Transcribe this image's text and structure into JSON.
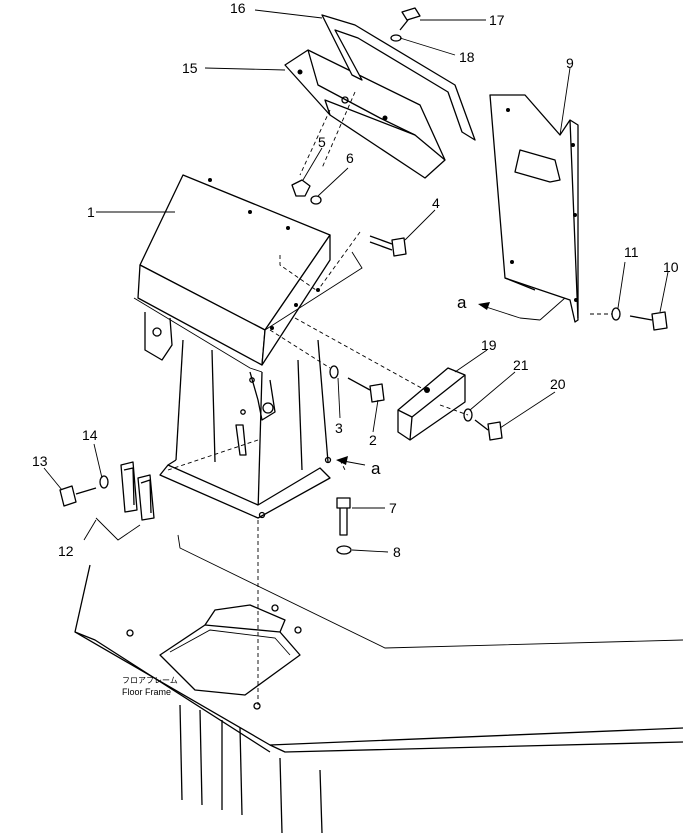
{
  "diagram": {
    "callouts": [
      "1",
      "2",
      "3",
      "4",
      "5",
      "6",
      "7",
      "8",
      "9",
      "10",
      "11",
      "12",
      "13",
      "14",
      "15",
      "16",
      "17",
      "18",
      "19",
      "20",
      "21"
    ],
    "view_marker_top": "a",
    "view_marker_side": "a",
    "floor_frame_jp": "フロアフレーム",
    "floor_frame_en": "Floor Frame"
  }
}
